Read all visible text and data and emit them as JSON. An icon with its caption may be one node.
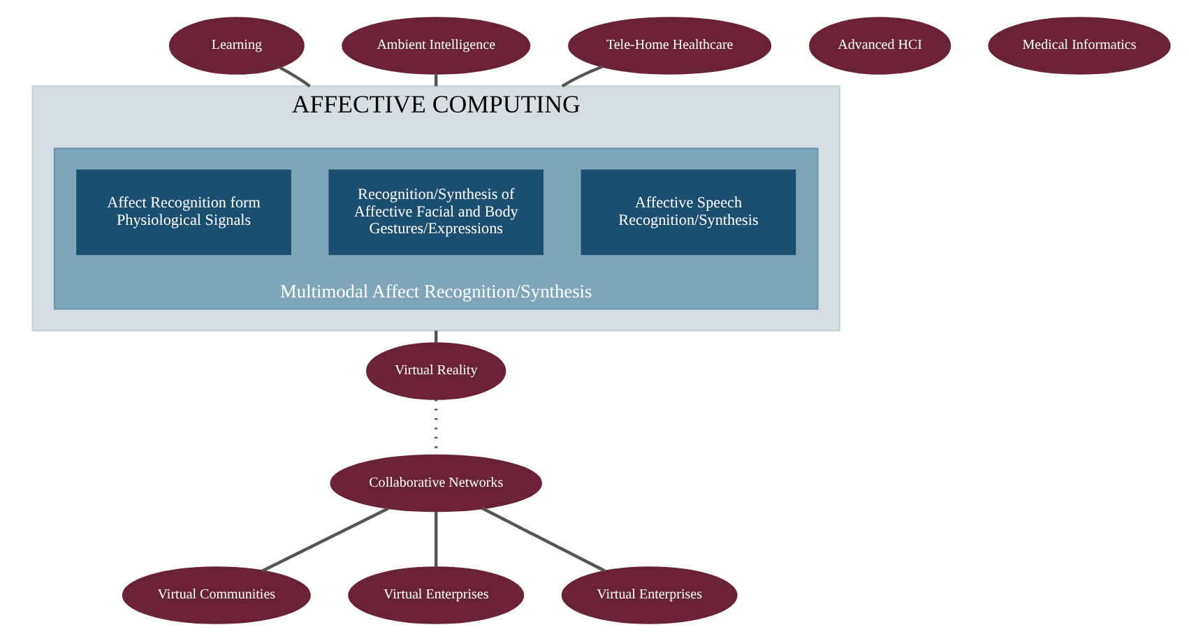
{
  "diagram": {
    "nodes": [
      {
        "text": [
          "AFFECTIVE COMPUTING"
        ]
      },
      {
        "text": [
          "Multimodal Affect Recognition/Synthesis"
        ],
        "in": 0
      },
      {
        "text": [
          "Affective Speech Recognition/Synthesis"
        ],
        "in": 1
      },
      {
        "text": [
          "Recognition/Synthesis of Affective Facial and Body Gestures/Expressions"
        ],
        "in": 1
      },
      {
        "text": [
          "Affect Recognition form Physiological Signals"
        ],
        "in": 1
      },
      {
        "text": [
          "Learning"
        ]
      },
      {
        "text": [
          "Ambient Intelligence"
        ]
      },
      {
        "text": [
          "Tele-Home Healthcare"
        ]
      },
      {
        "text": [
          "Advanced HCI"
        ]
      },
      {
        "text": [
          "Medical Informatics"
        ]
      },
      {
        "text": [
          "Virtual Reality"
        ]
      },
      {
        "text": [
          "Collaborative Networks"
        ]
      },
      {
        "text": [
          "Virtual Communities"
        ]
      },
      {
        "text": [
          "Virtual Enterprises"
        ]
      },
      {
        "text": [
          "Virtual Enterprises"
        ]
      }
    ],
    "edges": [
      {
        "from": 5,
        "to": 0,
        "arrow": "none"
      },
      {
        "from": 6,
        "to": 0,
        "arrow": "none"
      },
      {
        "from": 7,
        "to": 0,
        "arrow": "none"
      },
      {
        "from": 0,
        "to": 10,
        "arrow": "none"
      },
      {
        "from": 10,
        "to": 11,
        "arrow": "none",
        "style": "dashed"
      },
      {
        "from": 11,
        "to": 12,
        "arrow": "none"
      },
      {
        "from": 11,
        "to": 13,
        "arrow": "none"
      },
      {
        "from": 11,
        "to": 14,
        "arrow": "none"
      }
    ]
  }
}
